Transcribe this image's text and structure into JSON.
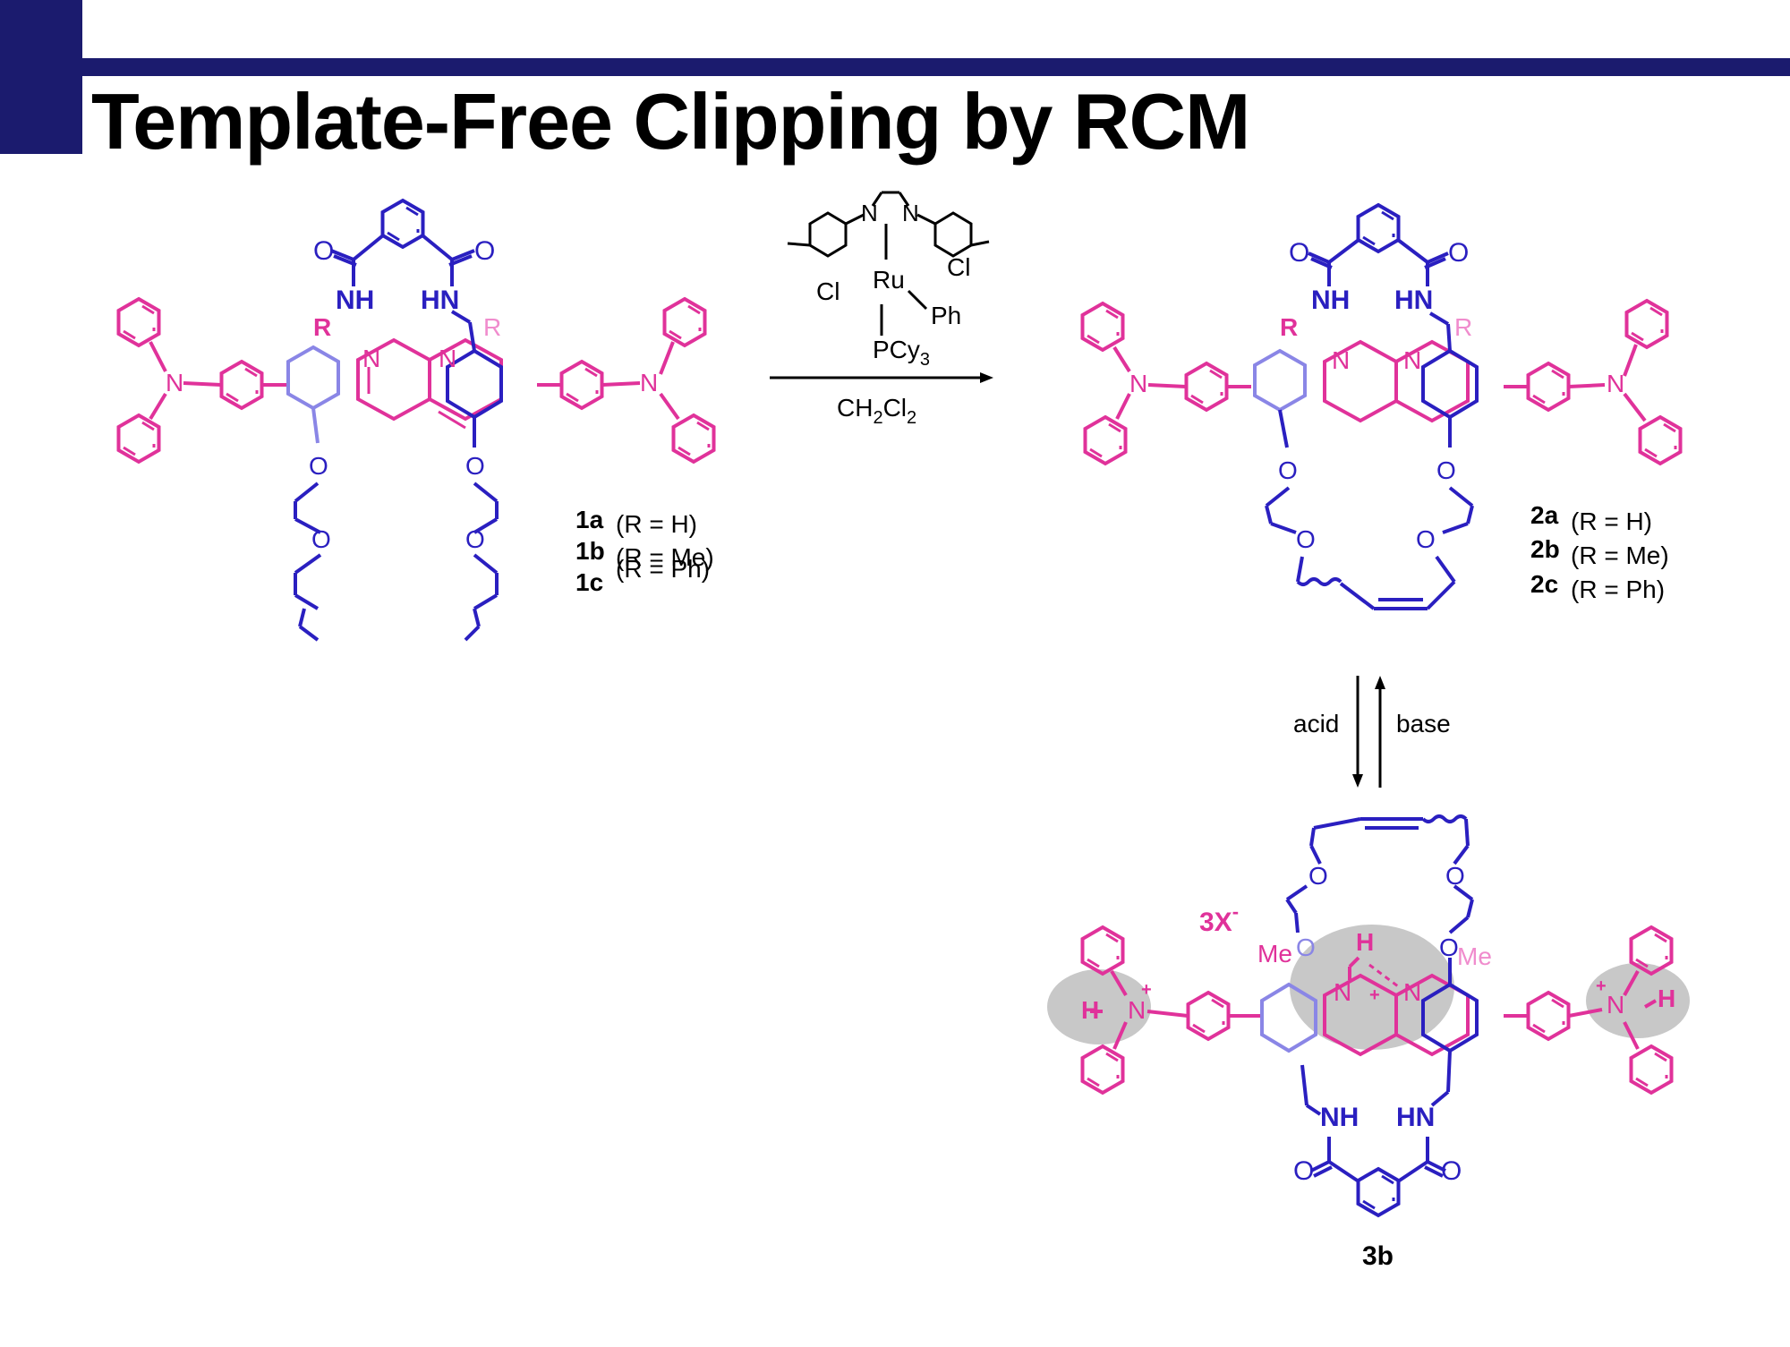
{
  "slide": {
    "title": "Template-Free Clipping by RCM",
    "accent_color": "#1b1b6e",
    "magenta": "#e0329a",
    "blue": "#2a1fc0",
    "light_blue": "#8a86e6",
    "pink": "#f08ccd"
  },
  "catalyst": {
    "metal": "Ru",
    "cl_top": "Cl",
    "cl_left": "Cl",
    "ph": "Ph",
    "phosphine": "PCy",
    "phosphine_sub": "3",
    "n_left": "N",
    "n_right": "N"
  },
  "reaction": {
    "solvent": "CH",
    "solvent_sub1": "2",
    "solvent_mid": "Cl",
    "solvent_sub2": "2",
    "acid": "acid",
    "base": "base"
  },
  "compound1": {
    "labels": [
      {
        "id": "1a",
        "r": "(R = H)"
      },
      {
        "id": "1b",
        "r": "(R = Me)"
      },
      {
        "id": "1c",
        "r": "(R = Ph)"
      }
    ],
    "atoms": {
      "o": "O",
      "nh_left": "NH",
      "hn_right": "HN",
      "r": "R",
      "n": "N"
    }
  },
  "compound2": {
    "labels": [
      {
        "id": "2a",
        "r": "(R = H)"
      },
      {
        "id": "2b",
        "r": "(R = Me)"
      },
      {
        "id": "2c",
        "r": "(R = Ph)"
      }
    ]
  },
  "compound3": {
    "id": "3b",
    "counterion": "3X",
    "counterion_sup": "-",
    "me": "Me",
    "h": "H",
    "plus": "+"
  }
}
